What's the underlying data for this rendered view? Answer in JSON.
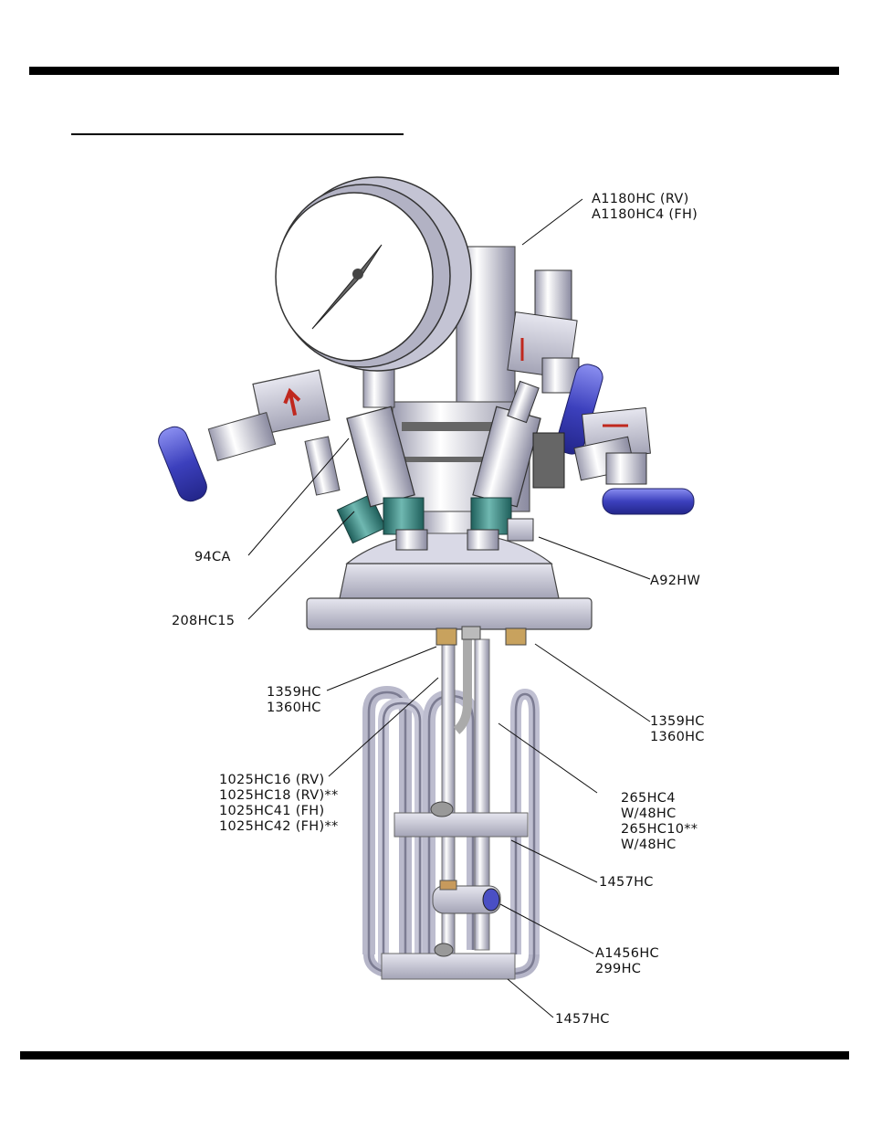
{
  "labels": {
    "gauge_assembly": [
      "A1180HC (RV)",
      "A1180HC4 (FH)"
    ],
    "valve_94": [
      "94CA"
    ],
    "adapter_208": [
      "208HC15"
    ],
    "plug_a92": [
      "A92HW"
    ],
    "gland_left": [
      "1359HC",
      "1360HC"
    ],
    "gland_right": [
      "1359HC",
      "1360HC"
    ],
    "dip_tube": [
      "1025HC16 (RV)",
      "1025HC18 (RV)**",
      "1025HC41 (FH)",
      "1025HC42 (FH)**"
    ],
    "cooling_coil": [
      "265HC4",
      "W/48HC",
      "265HC10**",
      "W/48HC"
    ],
    "clamp_upper": [
      "1457HC"
    ],
    "thermowell": [
      "A1456HC",
      "299HC"
    ],
    "clamp_lower": [
      "1457HC"
    ]
  },
  "colors": {
    "metal": "#c9c9d6",
    "metal_dark": "#8e8ea2",
    "valve_handle": "#4a4fc4",
    "fitting_teal": "#2f7f7a",
    "arrow_red": "#c0281e"
  }
}
